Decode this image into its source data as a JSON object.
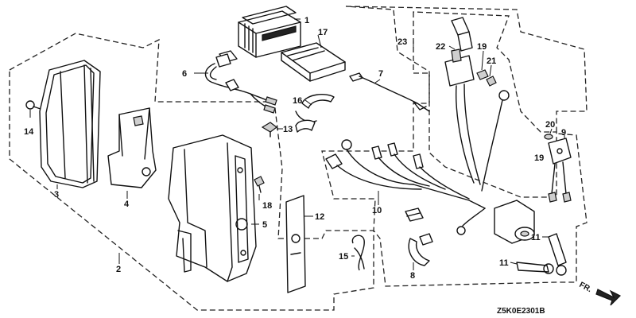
{
  "callouts": [
    {
      "id": "c1",
      "text": "1"
    },
    {
      "id": "c17",
      "text": "17"
    },
    {
      "id": "c6",
      "text": "6"
    },
    {
      "id": "c7",
      "text": "7"
    },
    {
      "id": "c16",
      "text": "16"
    },
    {
      "id": "c13",
      "text": "13"
    },
    {
      "id": "c14",
      "text": "14"
    },
    {
      "id": "c3",
      "text": "3"
    },
    {
      "id": "c4",
      "text": "4"
    },
    {
      "id": "c18",
      "text": "18"
    },
    {
      "id": "c5",
      "text": "5"
    },
    {
      "id": "c12",
      "text": "12"
    },
    {
      "id": "c2",
      "text": "2"
    },
    {
      "id": "c10",
      "text": "10"
    },
    {
      "id": "c15",
      "text": "15"
    },
    {
      "id": "c8",
      "text": "8"
    },
    {
      "id": "c23",
      "text": "23"
    },
    {
      "id": "c22",
      "text": "22"
    },
    {
      "id": "c19a",
      "text": "19"
    },
    {
      "id": "c21",
      "text": "21"
    },
    {
      "id": "c20",
      "text": "20"
    },
    {
      "id": "c9",
      "text": "9"
    },
    {
      "id": "c19b",
      "text": "19"
    },
    {
      "id": "c11a",
      "text": "11"
    },
    {
      "id": "c11b",
      "text": "11"
    }
  ],
  "diagram_code": "Z5K0E2301B",
  "direction_label": "FR."
}
